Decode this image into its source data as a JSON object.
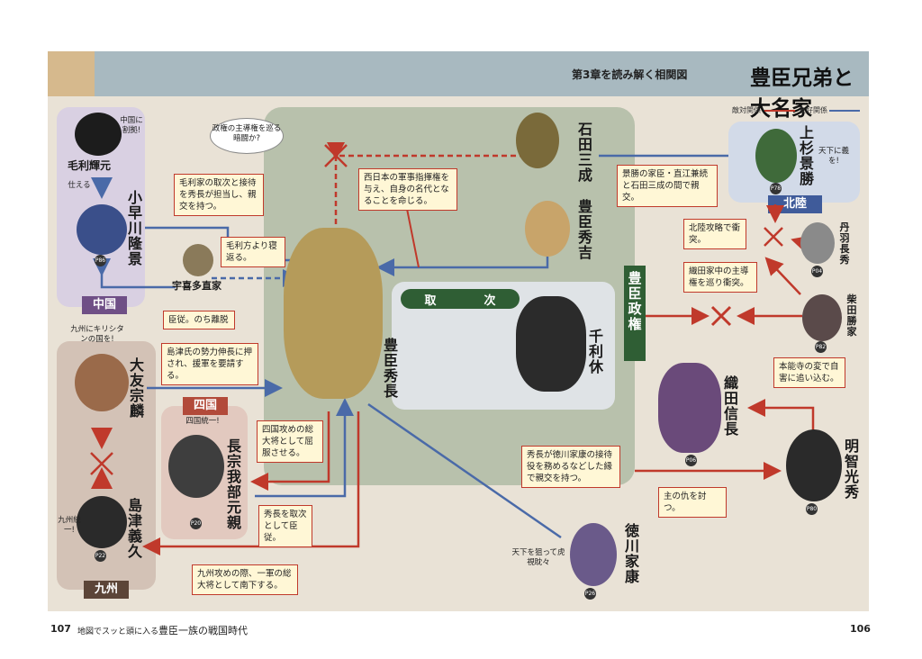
{
  "header": {
    "subtitle": "第3章を読み解く相関図",
    "title": "豊臣兄弟と大名家"
  },
  "legend": {
    "hostile": "敵対関係",
    "friendly": "友好関係",
    "hostile_color": "#c0392b",
    "friendly_color": "#4a6aa8"
  },
  "groups": {
    "central_title": "豊臣政権",
    "toritsugi": [
      "取",
      "次"
    ]
  },
  "regions": {
    "chugoku": "中国",
    "shikoku": "四国",
    "kyushu": "九州",
    "hokuriku": "北陸"
  },
  "persons": {
    "hidenaga": "豊臣秀長",
    "hideyoshi": "豊臣秀吉",
    "mitsunari": "石田三成",
    "rikyu": "千利休",
    "terumoto": "毛利輝元",
    "takakage": "小早川隆景",
    "naoie": "宇喜多直家",
    "sorin": "大友宗麟",
    "motochika": "長宗我部元親",
    "yoshihisa": "島津義久",
    "kagekatsu": "上杉景勝",
    "nagahide": "丹羽長秀",
    "katsuie": "柴田勝家",
    "nobunaga": "織田信長",
    "mitsuhide": "明智光秀",
    "ieyasu": "徳川家康"
  },
  "refs": {
    "terumoto": "",
    "takakage": "P86",
    "motochika": "P20",
    "yoshihisa": "P22",
    "kagekatsu": "P78",
    "nagahide": "P04",
    "katsuie": "P82",
    "nobunaga": "P06",
    "mitsuhide": "P80",
    "ieyasu": "P26"
  },
  "thoughts": {
    "hegemony": "政権の主導権を巡る暗闘か?",
    "terumoto": "中国に割拠!",
    "sorin": "九州にキリシタンの国を!",
    "motochika": "四国統一!",
    "yoshihisa": "九州統一!",
    "kagekatsu": "天下に義を!",
    "ieyasu": "天下を狙って虎視眈々"
  },
  "labels": {
    "serve": "仕える"
  },
  "callouts": {
    "mori_toritsugi": "毛利家の取次と接待を秀長が担当し、親交を持つ。",
    "west_japan": "西日本の軍事指揮権を与え、自身の名代となることを命じる。",
    "naoie_defect": "毛利方より寝返る。",
    "naoie_retainer": "臣従。のち離脱",
    "otomo_request": "島津氏の勢力伸長に押され、援軍を要請する。",
    "shikoku_general": "四国攻めの総大将として屈服させる。",
    "motochika_submit": "秀長を取次として臣従。",
    "kyushu_campaign": "九州攻めの際、一軍の総大将として南下する。",
    "kagekatsu_friend": "景勝の家臣・直江兼続と石田三成の間で親交。",
    "hokuriku": "北陸攻略で衝突。",
    "oda_struggle": "織田家中の主導権を巡り衝突。",
    "honnoji": "本能寺の変で自害に追い込む。",
    "ieyasu_host": "秀長が徳川家康の接待役を務めるなどした縁で親交を持つ。",
    "revenge": "主の仇を討つ。"
  },
  "footer": {
    "left_page": "107",
    "book": "地図でスッと頭に入る",
    "chapter": "豊臣一族の戦国時代",
    "right_page": "106"
  }
}
